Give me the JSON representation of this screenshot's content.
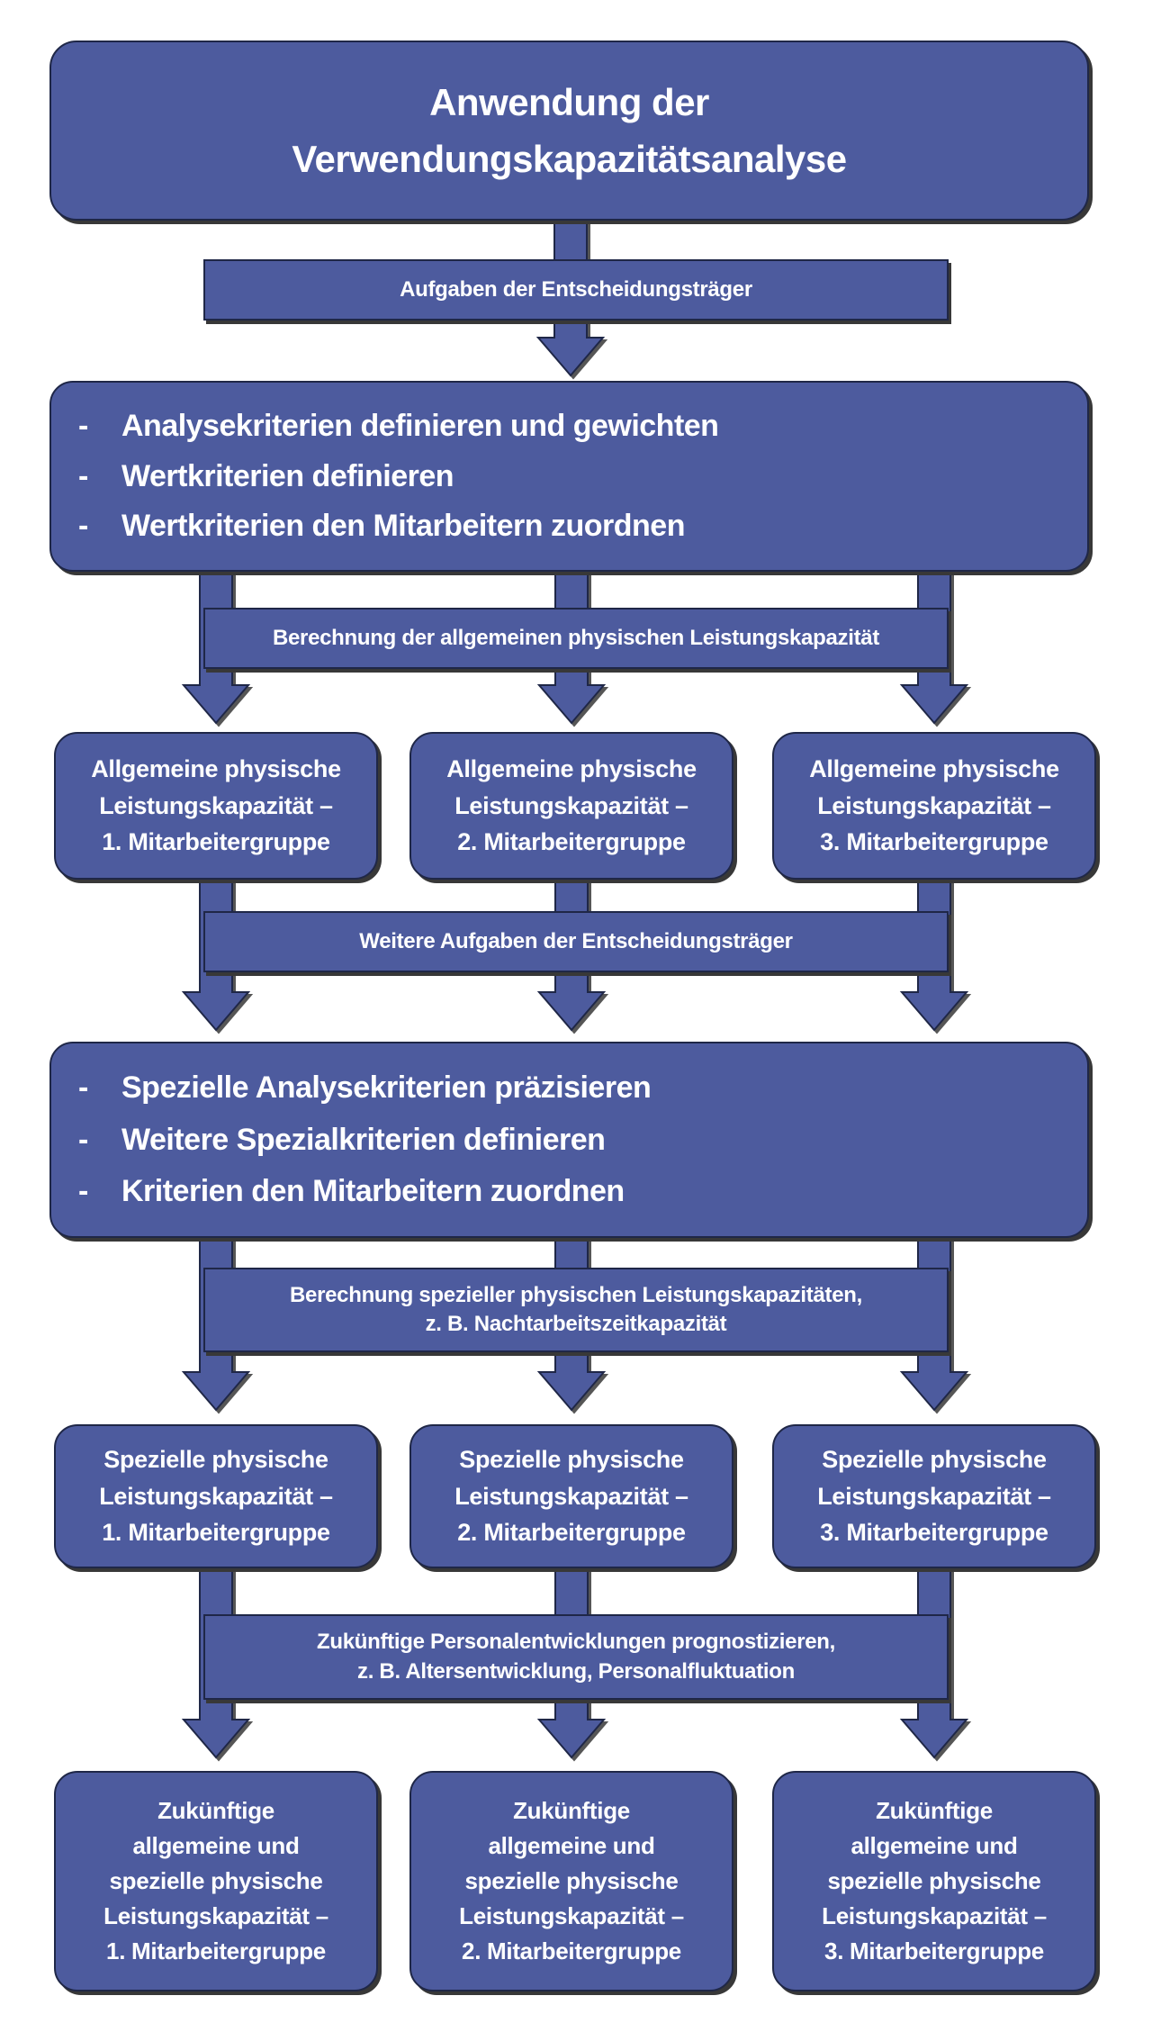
{
  "title": {
    "text": "Anwendung der\nVerwendungskapazitätsanalyse"
  },
  "banners": [
    {
      "text": "Aufgaben der Entscheidungsträger"
    },
    {
      "text": "Berechnung der allgemeinen physischen Leistungskapazität"
    },
    {
      "text": "Weitere Aufgaben der Entscheidungsträger"
    },
    {
      "text": "Berechnung spezieller physischen Leistungskapazitäten,\nz. B. Nachtarbeitszeitkapazität"
    },
    {
      "text": "Zukünftige Personalentwicklungen prognostizieren,\nz. B. Altersentwicklung, Personalfluktuation"
    }
  ],
  "task_boxes": [
    {
      "bullet": "-",
      "items": [
        "Analysekriterien definieren und gewichten",
        "Wertkriterien definieren",
        "Wertkriterien den Mitarbeitern zuordnen"
      ]
    },
    {
      "bullet": "-",
      "items": [
        "Spezielle Analysekriterien präzisieren",
        "Weitere Spezialkriterien definieren",
        "Kriterien den Mitarbeitern zuordnen"
      ]
    }
  ],
  "result_rows": [
    {
      "boxes": [
        {
          "text": "Allgemeine physische\nLeistungskapazität –\n1. Mitarbeitergruppe"
        },
        {
          "text": "Allgemeine physische\nLeistungskapazität –\n2. Mitarbeitergruppe"
        },
        {
          "text": "Allgemeine physische\nLeistungskapazität –\n3. Mitarbeitergruppe"
        }
      ]
    },
    {
      "boxes": [
        {
          "text": "Spezielle physische\nLeistungskapazität –\n1. Mitarbeitergruppe"
        },
        {
          "text": "Spezielle physische\nLeistungskapazität –\n2. Mitarbeitergruppe"
        },
        {
          "text": "Spezielle physische\nLeistungskapazität –\n3. Mitarbeitergruppe"
        }
      ]
    },
    {
      "boxes": [
        {
          "text": "Zukünftige\nallgemeine und\nspezielle physische\nLeistungskapazität –\n1. Mitarbeitergruppe"
        },
        {
          "text": "Zukünftige\nallgemeine und\nspezielle physische\nLeistungskapazität –\n2. Mitarbeitergruppe"
        },
        {
          "text": "Zukünftige\nallgemeine und\nspezielle physische\nLeistungskapazität –\n3. Mitarbeitergruppe"
        }
      ]
    }
  ],
  "colors": {
    "node_fill": "#4d5b9e",
    "node_border": "#1f2747",
    "text": "#ffffff",
    "shadow": "#383838",
    "background": "#ffffff"
  }
}
